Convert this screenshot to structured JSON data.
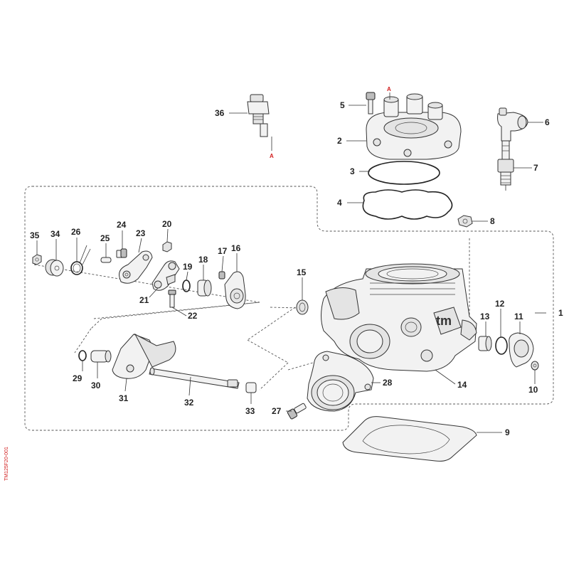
{
  "labels": {
    "n1": "1",
    "n2": "2",
    "n3": "3",
    "n4": "4",
    "n5": "5",
    "n6": "6",
    "n7": "7",
    "n8": "8",
    "n9": "9",
    "n10": "10",
    "n11": "11",
    "n12": "12",
    "n13": "13",
    "n14": "14",
    "n15": "15",
    "n16": "16",
    "n17": "17",
    "n18": "18",
    "n19": "19",
    "n20": "20",
    "n21": "21",
    "n22": "22",
    "n23": "23",
    "n24": "24",
    "n25": "25",
    "n26": "26",
    "n27": "27",
    "n28": "28",
    "n29": "29",
    "n30": "30",
    "n31": "31",
    "n32": "32",
    "n33": "33",
    "n34": "34",
    "n35": "35",
    "n36": "36"
  },
  "reference_marks": {
    "top": "A",
    "bottom": "A"
  },
  "drawing_code": "TM125F20-001",
  "brand_logo_text": "tm",
  "colors": {
    "reference": "#d21f1f",
    "line": "#333333"
  }
}
